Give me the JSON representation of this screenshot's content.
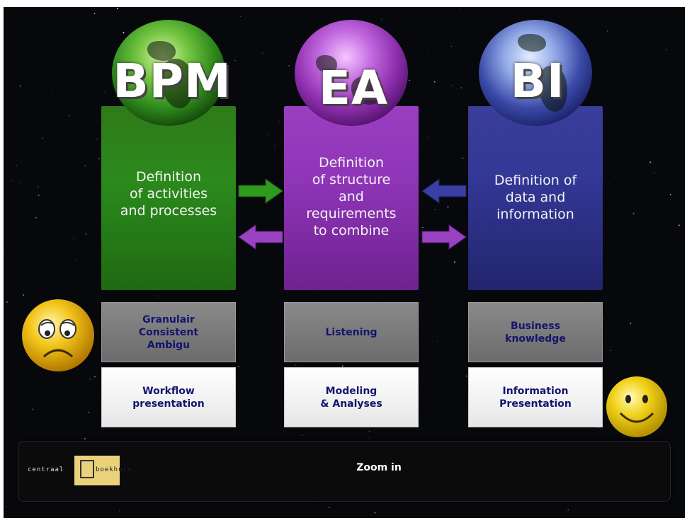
{
  "columns": [
    {
      "id": "bpm",
      "title": "BPM",
      "description": [
        "Definition",
        "of activities",
        "and processes"
      ],
      "color": "#2b8a1c"
    },
    {
      "id": "ea",
      "title": "EA",
      "description": [
        "Definition",
        "of structure",
        "and",
        "requirements",
        "to combine"
      ],
      "color": "#8f35b8"
    },
    {
      "id": "bi",
      "title": "BI",
      "description": [
        "Definition of",
        "data and",
        "information"
      ],
      "color": "#333795"
    }
  ],
  "grey_boxes": [
    [
      "Granulair",
      "Consistent",
      "Ambigu"
    ],
    [
      "Listening"
    ],
    [
      "Business",
      "knowledge"
    ]
  ],
  "white_boxes": [
    [
      "Workflow",
      "presentation"
    ],
    [
      "Modeling",
      "& Analyses"
    ],
    [
      "Information",
      "Presentation"
    ]
  ],
  "footer": {
    "zoom_label": "Zoom in",
    "logo_left": "centraal",
    "logo_right": "boekhuis"
  },
  "icons": {
    "sad": "sad-face-icon",
    "happy": "happy-face-icon",
    "arrows": [
      "arrow-right-green",
      "arrow-left-purple",
      "arrow-left-blue",
      "arrow-right-purple"
    ]
  }
}
